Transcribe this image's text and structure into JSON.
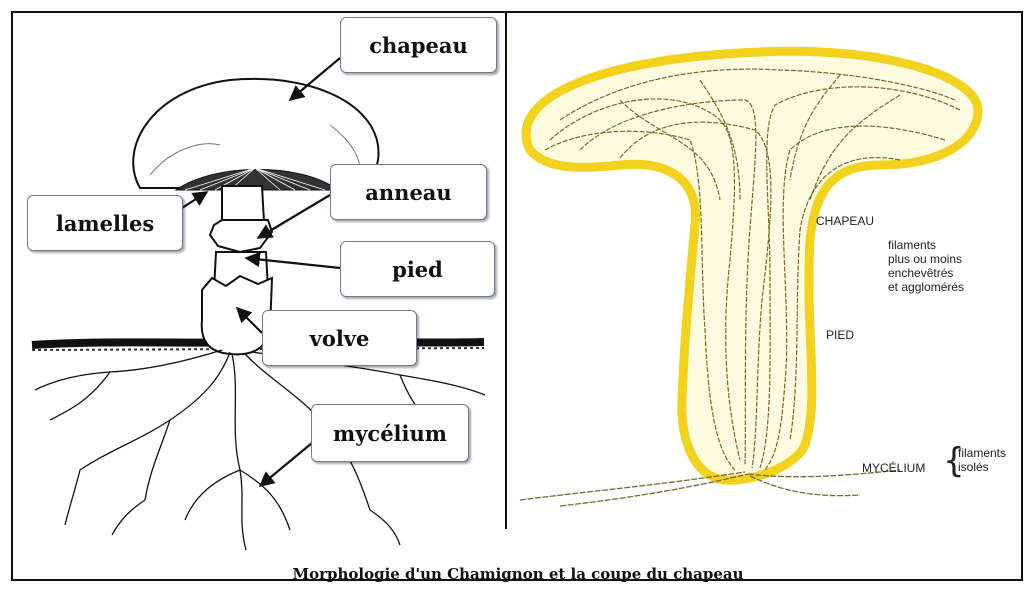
{
  "left_diagram": {
    "labels": {
      "chapeau": "chapeau",
      "lamelles": "lamelles",
      "anneau": "anneau",
      "pied": "pied",
      "volve": "volve",
      "mycelium": "mycélium"
    }
  },
  "right_diagram": {
    "labels": {
      "chapeau": "CHAPEAU",
      "pied": "PIED",
      "mycelium": "MYCÉLIUM"
    },
    "annotations": {
      "filaments_line1": "filaments",
      "filaments_line2": "plus ou moins",
      "filaments_line3": "enchevêtrés",
      "filaments_line4": "et agglomérés",
      "isoles_line1": "filaments",
      "isoles_line2": "isolés"
    },
    "colors": {
      "outline": "#f2d21c",
      "filaments": "#7a6a2a"
    }
  },
  "caption": "Morphologie d'un Chamignon et la coupe du chapeau"
}
